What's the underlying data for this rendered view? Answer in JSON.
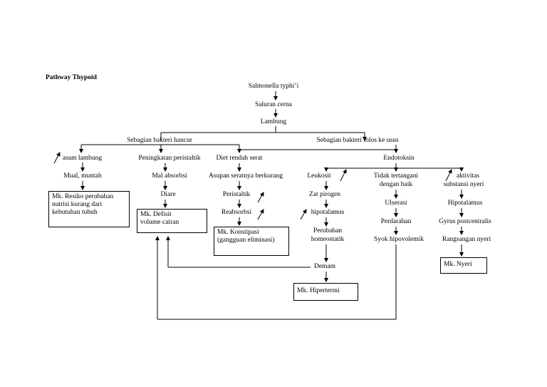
{
  "title": "Pathway Thypoid",
  "colors": {
    "ink": "#000000",
    "background": "#ffffff"
  },
  "nodes": {
    "salmonella": "Salmonella typhi’i",
    "saluran": "Saluran cerna",
    "lambung": "Lambung",
    "hancur": "Sebagian bakteri hancur",
    "lolos": "Sebagian bakteri lolos ke usus",
    "asam": "asam lambung",
    "mual": "Mual, muntah",
    "peningkatan": "Peningkatan peristaltik",
    "malabsorbsi": "Mal absorbsi",
    "diare": "Diare",
    "diet": "Diet rendah serat",
    "asupan": "Asupan seratnya berkurang",
    "peristaltik": "Peristaltik",
    "reabsorbsi": "Reabsorbsi",
    "endotoksin": "Endotoksin",
    "leukosit": "Leukosit",
    "zat": "Zat pirogen",
    "hipotalamus1": "hipotalamus",
    "perubahan1": "Perubahan",
    "perubahan2": "homeostatik",
    "demam": "Demam",
    "tidak1": "Tidak tertangani",
    "tidak2": "dengan baik",
    "ulserasi": "Ulserasi",
    "perdarahan": "Perdarahan",
    "syok": "Syok hipovolemik",
    "aktivitas1": "aktivitas",
    "aktivitas2": "substansi nyeri",
    "hipotalamus2": "Hipotalamus",
    "gyrus": "Gyrus postcentralis",
    "rangsangan": "Rangsangan nyeri"
  },
  "boxes": {
    "resiko": [
      "Mk. Resiko perubahan",
      "nutrisi kurang dari",
      "kebutuhan tubuh"
    ],
    "defisit": [
      "Mk. Defisit",
      "volume cairan"
    ],
    "konstipasi": [
      "Mk. Konstipasi",
      "(gangguan eliminasi)"
    ],
    "hipertermi": [
      "Mk. Hipertermi"
    ],
    "nyeri": [
      "Mk. Nyeri"
    ]
  }
}
